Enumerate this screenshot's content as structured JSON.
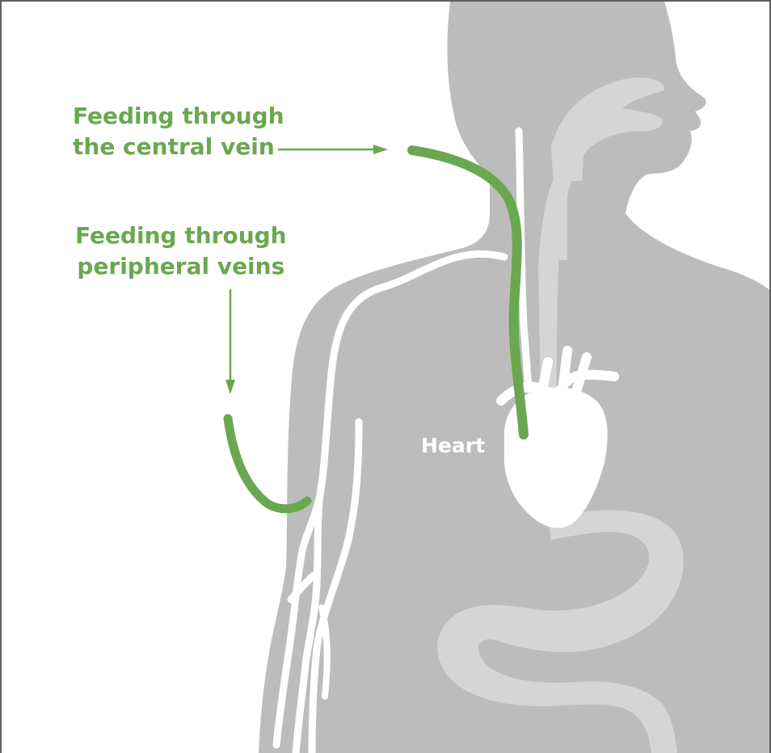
{
  "labels": {
    "central_line1": "Feeding through",
    "central_line2": "the central vein",
    "peripheral_line1": "Feeding through",
    "peripheral_line2": "peripheral veins",
    "heart": "Heart"
  },
  "colors": {
    "accent_green": "#6aa84f",
    "body_gray": "#bcbcbd",
    "organ_light": "#d5d5d6",
    "vein_white": "#ffffff",
    "border": "#5f5f5f"
  }
}
